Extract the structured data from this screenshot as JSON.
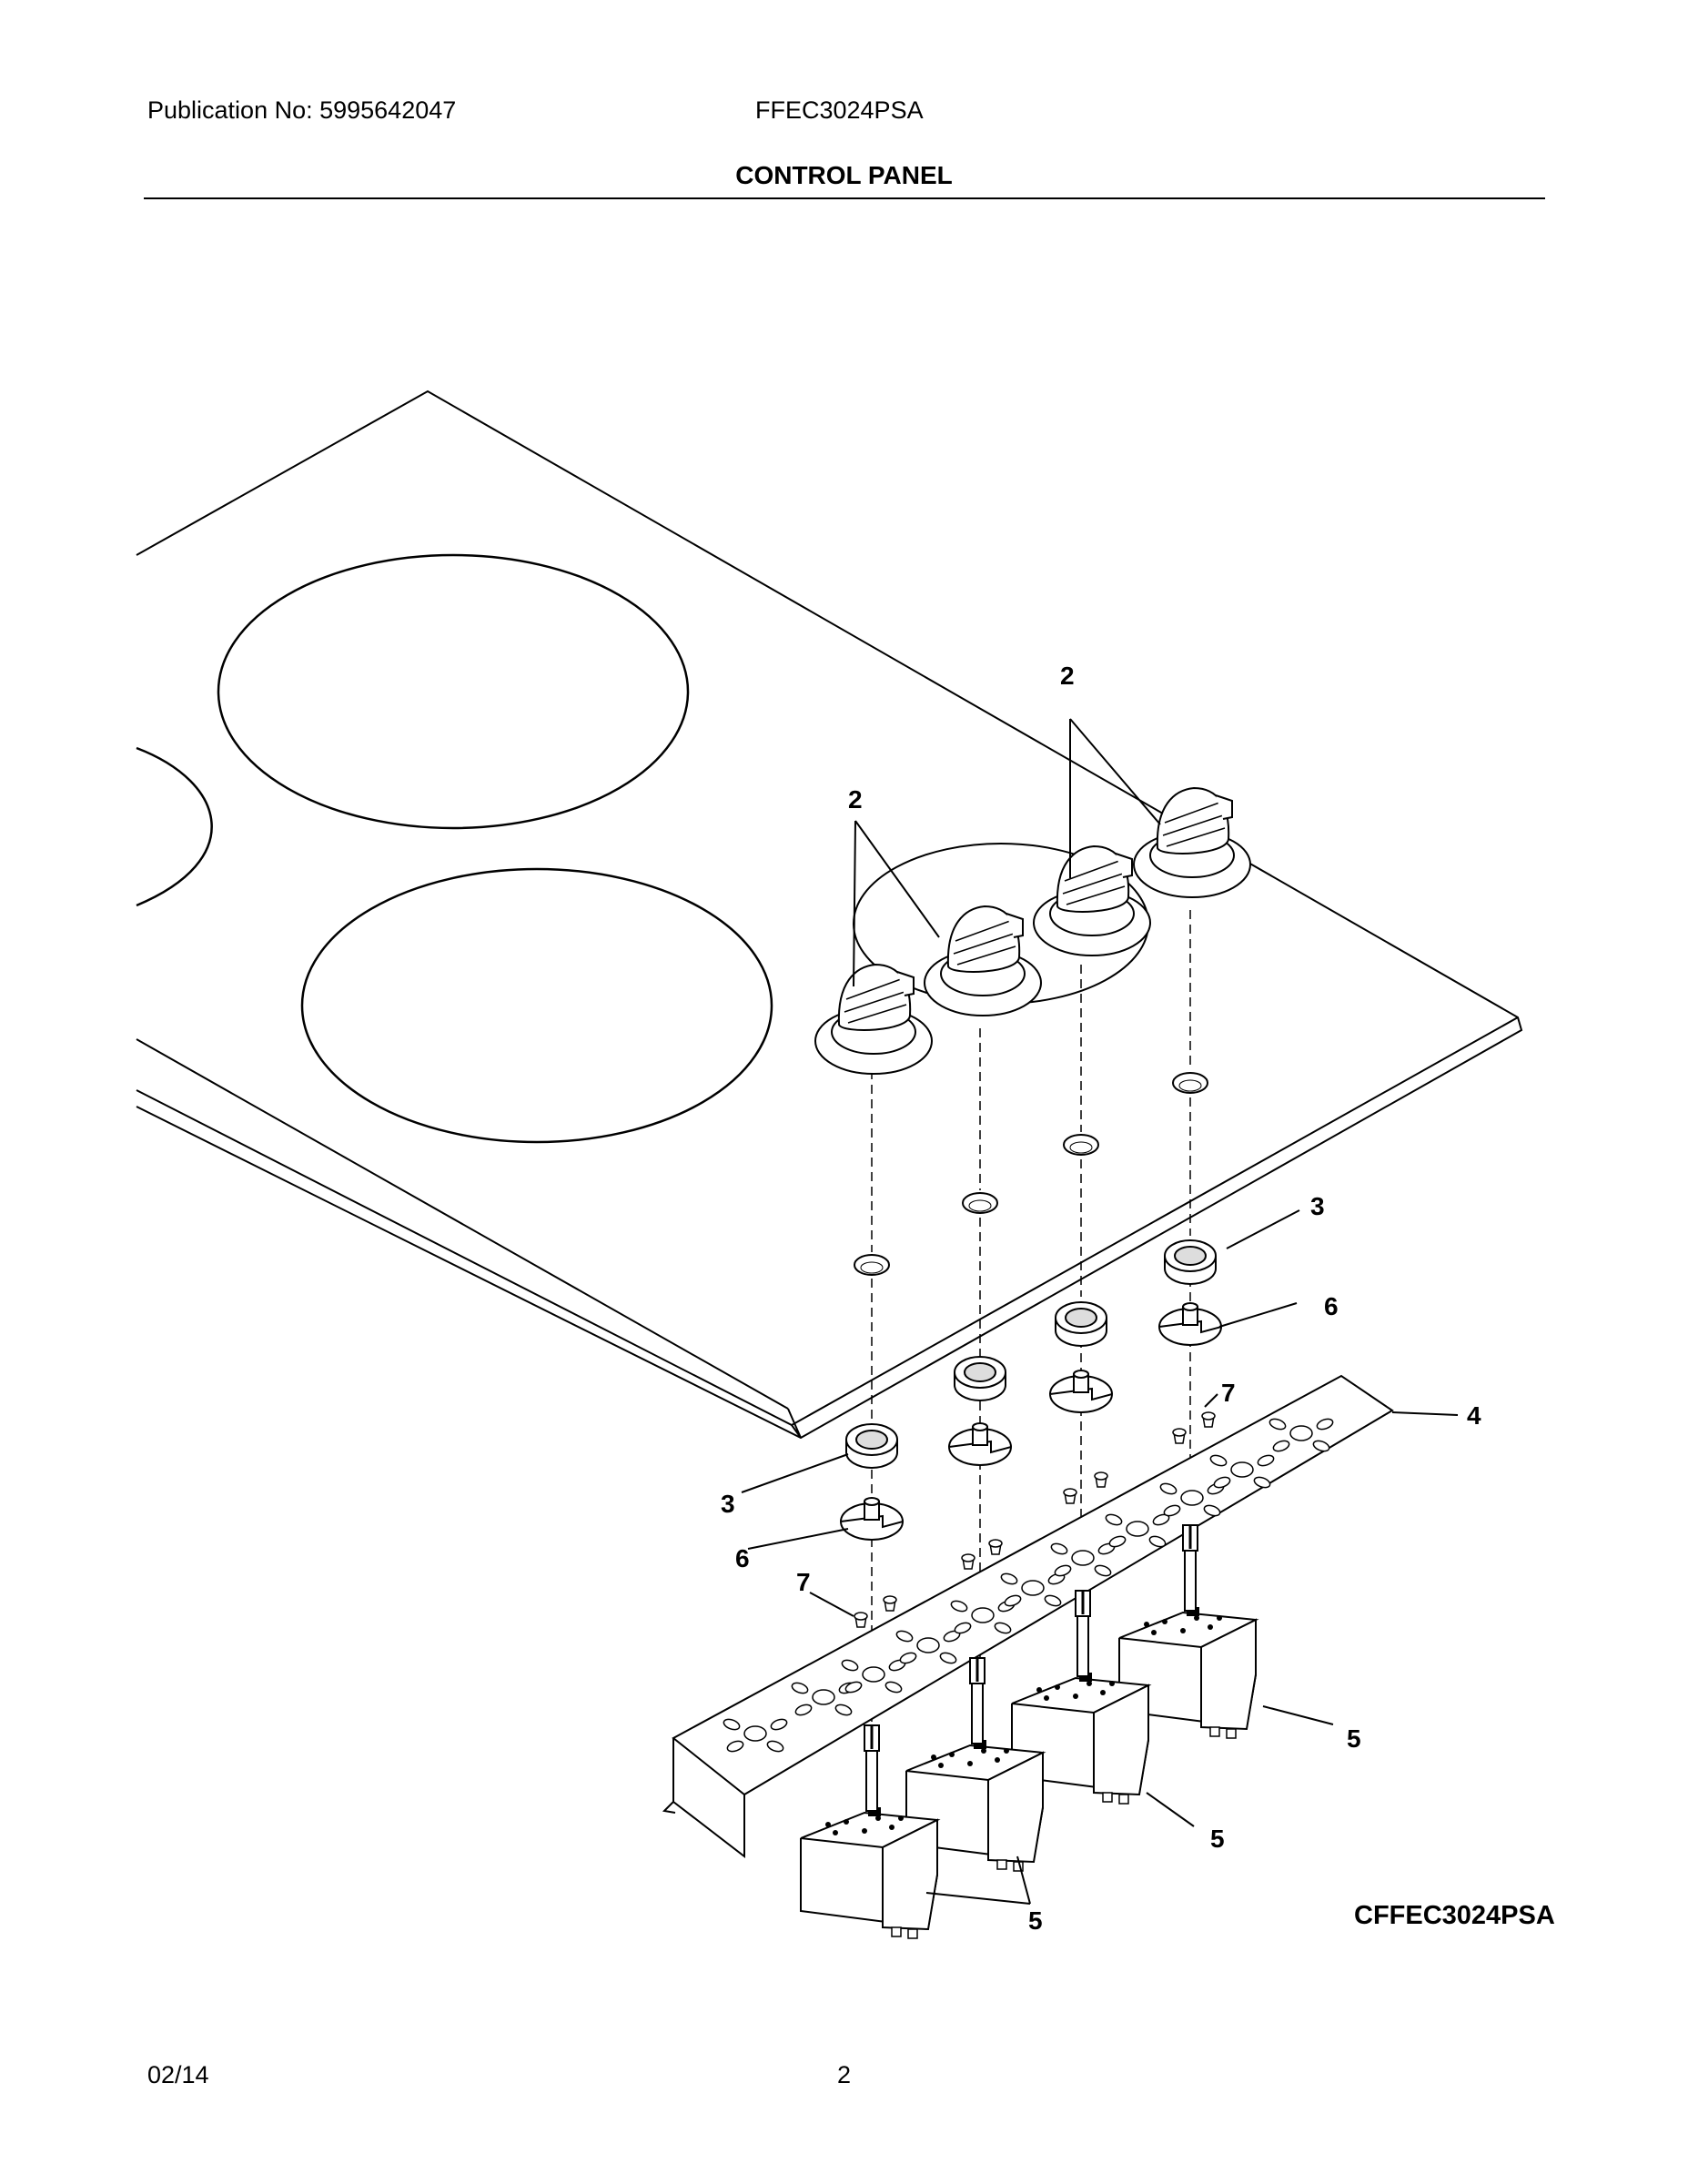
{
  "header": {
    "publication": "Publication No: 5995642047",
    "model": "FFEC3024PSA",
    "title": "CONTROL PANEL"
  },
  "diagram": {
    "code": "CFFEC3024PSA",
    "callouts": [
      {
        "id": "c2a",
        "label": "2"
      },
      {
        "id": "c2b",
        "label": "2"
      },
      {
        "id": "c3a",
        "label": "3"
      },
      {
        "id": "c3b",
        "label": "3"
      },
      {
        "id": "c4",
        "label": "4"
      },
      {
        "id": "c5a",
        "label": "5"
      },
      {
        "id": "c5b",
        "label": "5"
      },
      {
        "id": "c5c",
        "label": "5"
      },
      {
        "id": "c6a",
        "label": "6"
      },
      {
        "id": "c6b",
        "label": "6"
      },
      {
        "id": "c7a",
        "label": "7"
      },
      {
        "id": "c7b",
        "label": "7"
      }
    ]
  },
  "footer": {
    "date": "02/14",
    "page": "2"
  }
}
